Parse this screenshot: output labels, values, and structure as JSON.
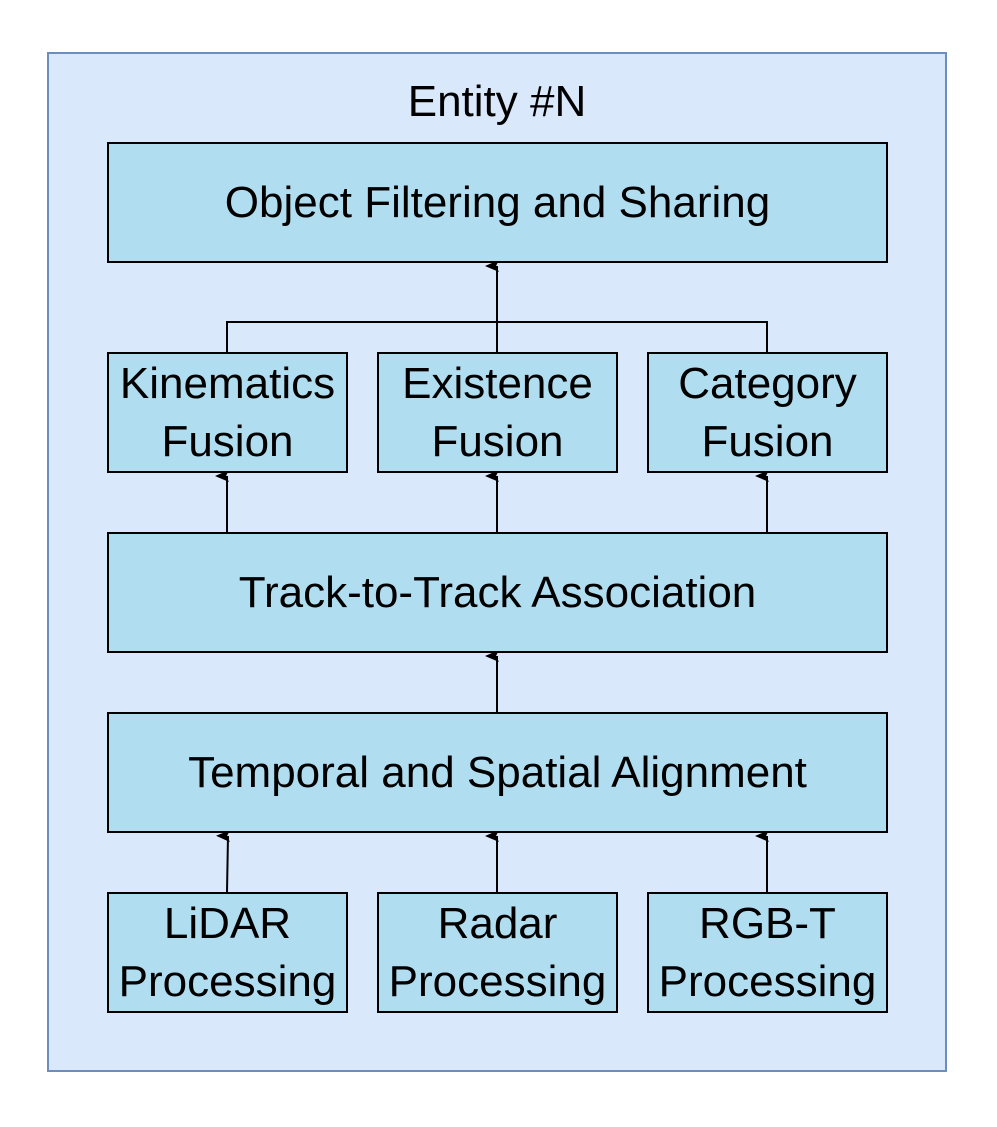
{
  "diagram": {
    "title": "Entity #N",
    "nodes": {
      "object_filtering": "Object Filtering and Sharing",
      "kinematics_fusion": [
        "Kinematics",
        "Fusion"
      ],
      "existence_fusion": [
        "Existence",
        "Fusion"
      ],
      "category_fusion": [
        "Category",
        "Fusion"
      ],
      "track_association": "Track-to-Track Association",
      "temporal_alignment": "Temporal and Spatial Alignment",
      "lidar_processing": [
        "LiDAR",
        "Processing"
      ],
      "radar_processing": [
        "Radar",
        "Processing"
      ],
      "rgbt_processing": [
        "RGB-T",
        "Processing"
      ]
    },
    "edges": [
      {
        "from": "LiDAR Processing",
        "to": "Temporal and Spatial Alignment"
      },
      {
        "from": "Radar Processing",
        "to": "Temporal and Spatial Alignment"
      },
      {
        "from": "RGB-T Processing",
        "to": "Temporal and Spatial Alignment"
      },
      {
        "from": "Temporal and Spatial Alignment",
        "to": "Track-to-Track Association"
      },
      {
        "from": "Track-to-Track Association",
        "to": "Kinematics Fusion"
      },
      {
        "from": "Track-to-Track Association",
        "to": "Existence Fusion"
      },
      {
        "from": "Track-to-Track Association",
        "to": "Category Fusion"
      },
      {
        "from": "Kinematics Fusion",
        "to": "Object Filtering and Sharing"
      },
      {
        "from": "Existence Fusion",
        "to": "Object Filtering and Sharing"
      },
      {
        "from": "Category Fusion",
        "to": "Object Filtering and Sharing"
      }
    ],
    "colors": {
      "container_fill": "#dae8fc",
      "container_stroke": "#6c8ebf",
      "node_fill": "#b1ddf0",
      "node_stroke": "#000000"
    }
  }
}
